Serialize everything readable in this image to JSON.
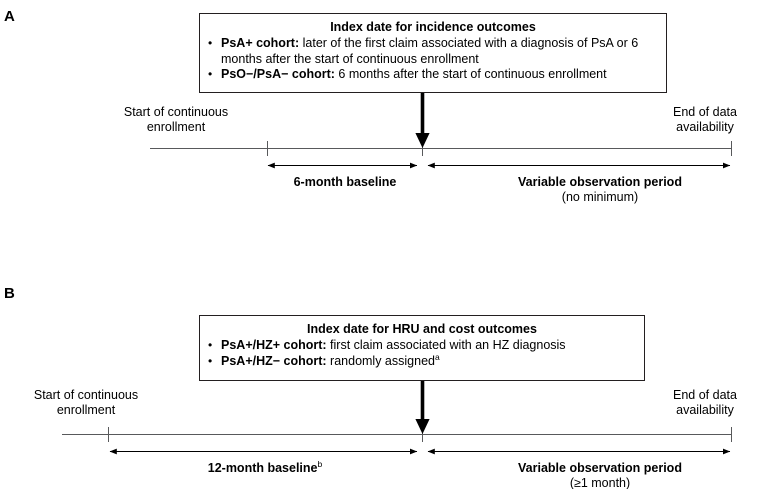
{
  "figure": {
    "background": "#ffffff",
    "axis_color": "#58595b",
    "ink_color": "#000000",
    "box_border_color": "#231f20"
  },
  "panels": [
    {
      "label": "A",
      "box": {
        "title": "Index date for incidence outcomes",
        "bullets": [
          {
            "marker": "•",
            "bold": "PsA+ cohort:",
            "rest": " later of the first claim associated with a diagnosis of PsA or 6 months after the start of continuous enrollment"
          },
          {
            "marker": "•",
            "bold": "PsO−/PsA− cohort:",
            "rest": " 6 months after the start of continuous enrollment"
          }
        ]
      },
      "left_endpoint": "Start of continuous\nenrollment",
      "right_endpoint": "End of data\navailability",
      "baseline_label": "6-month baseline",
      "baseline_superscript": "",
      "observation_label": "Variable observation period",
      "observation_sublabel": "(no minimum)"
    },
    {
      "label": "B",
      "box": {
        "title": "Index date for HRU and cost outcomes",
        "bullets": [
          {
            "marker": "•",
            "bold": "PsA+/HZ+ cohort:",
            "rest": " first claim associated with an HZ diagnosis"
          },
          {
            "marker": "•",
            "bold": "PsA+/HZ− cohort:",
            "rest": " randomly assigned",
            "superscript": "a"
          }
        ]
      },
      "left_endpoint": "Start of continuous\nenrollment",
      "right_endpoint": "End of data\navailability",
      "baseline_label": "12-month baseline",
      "baseline_superscript": "b",
      "observation_label": "Variable observation period",
      "observation_sublabel": "(≥1 month)"
    }
  ]
}
